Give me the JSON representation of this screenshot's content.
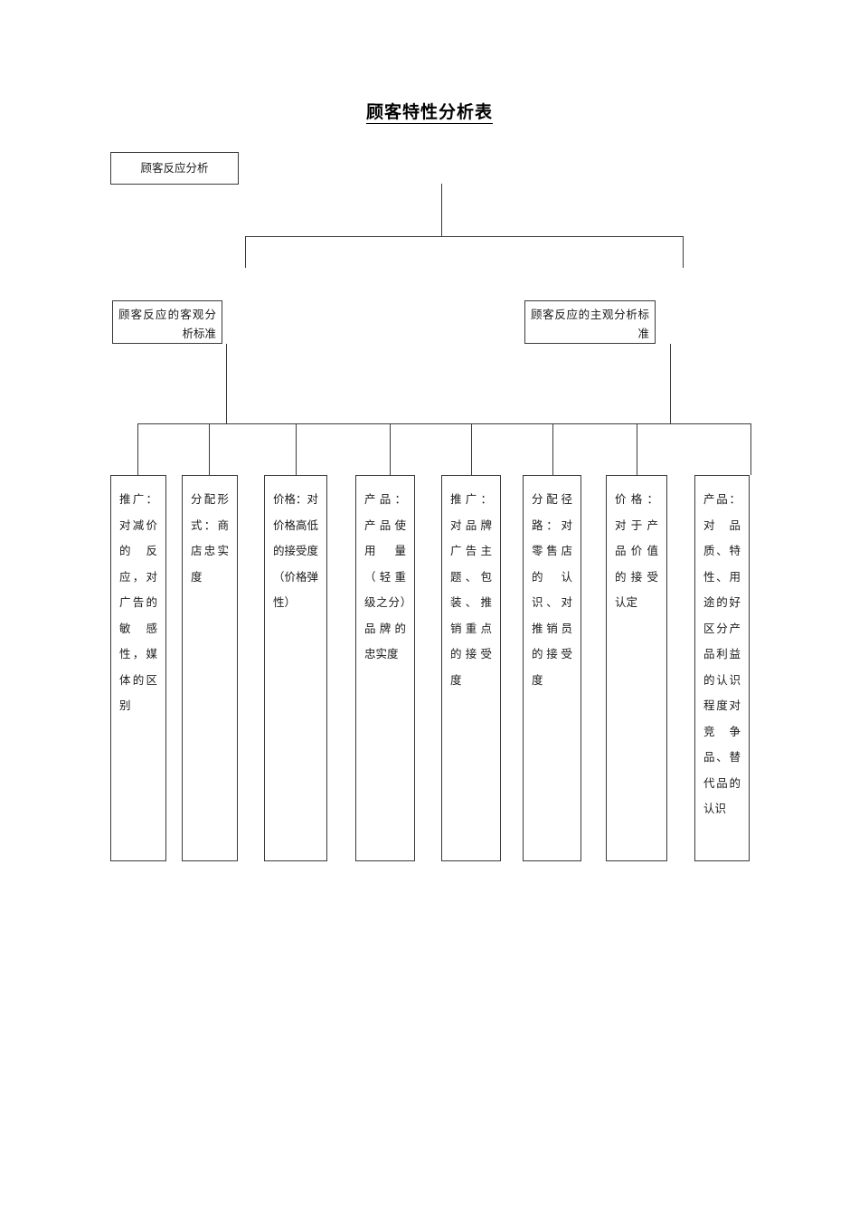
{
  "document": {
    "title": "顾客特性分析表"
  },
  "chart_data": {
    "type": "diagram",
    "title": "顾客特性分析表",
    "orientation": "top-down-tree",
    "levels": 3
  },
  "nodes": {
    "root": {
      "label": "顾客反应分析"
    },
    "mid": [
      {
        "label": "顾客反应的客观分析标准"
      },
      {
        "label": "顾客反应的主观分析标准"
      }
    ],
    "leaves": [
      {
        "label": "推广：对减价的反应，对广告的敏感性，媒体的区别"
      },
      {
        "label": "分配形式：商店忠实度"
      },
      {
        "label": "价格：对价格高低的接受度（价格弹性）"
      },
      {
        "label": "产品：产品使用量（轻重级之分）品牌的忠实度"
      },
      {
        "label": "推广：对品牌广告主题、包装、推销重点的接受度"
      },
      {
        "label": "分配径路：对零售店的认识、对推销员的接受度"
      },
      {
        "label": "价格：对于产品价值的接受认定"
      },
      {
        "label": "产品：对品质、特性、用途的好区分产品利益的认识程度对竞争品、替代品的认识"
      }
    ]
  },
  "colors": {
    "border": "#3a3a3a",
    "text": "#1a1a1a",
    "background": "#ffffff"
  }
}
